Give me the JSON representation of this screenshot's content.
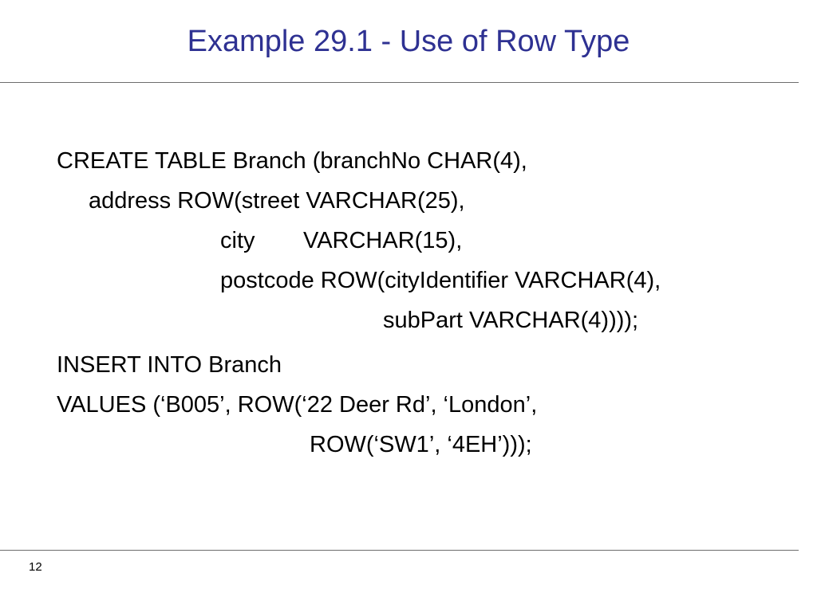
{
  "slide": {
    "title": "Example 29.1 - Use of Row Type",
    "page_number": "12",
    "code": {
      "line1": "CREATE TABLE Branch (branchNo CHAR(4),",
      "line2": "address ROW(street VARCHAR(25),",
      "line3_a": "city",
      "line3_b": "VARCHAR(15),",
      "line4": "postcode ROW(cityIdentifier VARCHAR(4),",
      "line5": "subPart VARCHAR(4))));",
      "line6": "INSERT INTO Branch",
      "line7": "VALUES (‘B005’, ROW(‘22 Deer Rd’, ‘London’,",
      "line8": "ROW(‘SW1’, ‘4EH’)));"
    }
  },
  "colors": {
    "title": "#2e3192",
    "rule": "#6d6d6d",
    "text": "#000000",
    "background": "#ffffff"
  }
}
